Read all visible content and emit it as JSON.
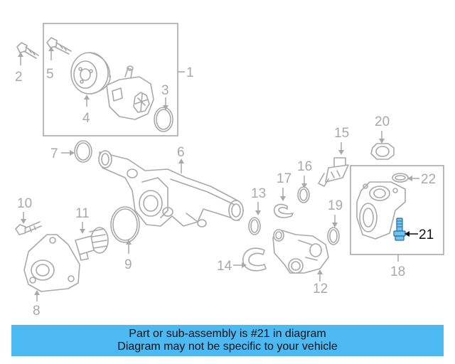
{
  "callouts": {
    "c1": "1",
    "c2": "2",
    "c3": "3",
    "c4": "4",
    "c5": "5",
    "c6": "6",
    "c7": "7",
    "c8": "8",
    "c9": "9",
    "c10": "10",
    "c11": "11",
    "c12": "12",
    "c13": "13",
    "c14": "14",
    "c15": "15",
    "c16": "16",
    "c17": "17",
    "c18": "18",
    "c19": "19",
    "c20": "20",
    "c21": "21",
    "c22": "22"
  },
  "highlight_part": "21",
  "colors": {
    "banner": "#4cb9f2",
    "highlight": "#6fc3ee",
    "line": "#a9a9a9"
  },
  "banner": {
    "line1": "Part or sub-assembly is #21 in diagram",
    "line2": "Diagram may not be specific to your vehicle"
  }
}
